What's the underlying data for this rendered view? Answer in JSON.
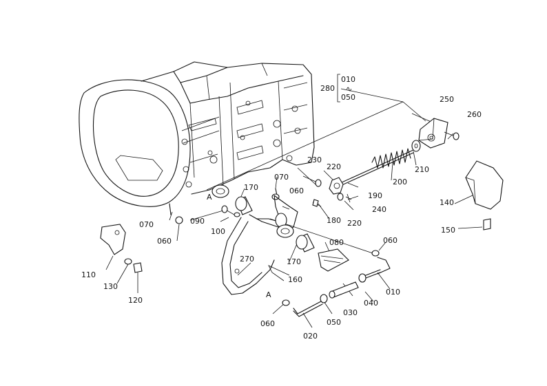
{
  "diagram": {
    "callouts": {
      "c010": "010",
      "c020": "020",
      "c030": "030",
      "c040": "040",
      "c050": "050",
      "c060a": "060",
      "c060b": "060",
      "c060c": "060",
      "c060d": "060",
      "c070a": "070",
      "c070b": "070",
      "c080": "080",
      "c090": "090",
      "c100": "100",
      "c110": "110",
      "c120": "120",
      "c130": "130",
      "c140": "140",
      "c150": "150",
      "c160": "160",
      "c170a": "170",
      "c170b": "170",
      "c180": "180",
      "c190": "190",
      "c200": "200",
      "c210": "210",
      "c220a": "220",
      "c220b": "220",
      "c230": "230",
      "c240": "240",
      "c250": "250",
      "c260": "260",
      "c270": "270",
      "c280": "280",
      "r010": "010",
      "r050": "050",
      "tilde": "∿",
      "refA1": "A",
      "refA2": "A"
    }
  }
}
